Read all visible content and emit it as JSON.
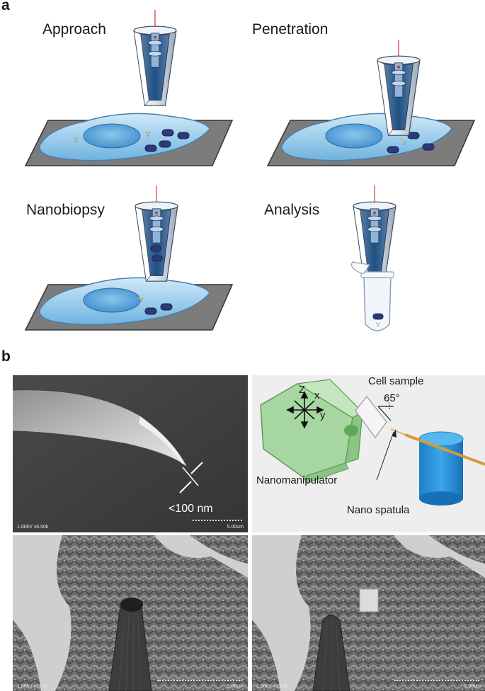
{
  "panel_a": {
    "letter": "a",
    "steps": {
      "approach": "Approach",
      "penetration": "Penetration",
      "nanobiopsy": "Nanobiopsy",
      "analysis": "Analysis"
    }
  },
  "panel_b": {
    "letter": "b",
    "sem_tip": {
      "scale_text": "<100 nm",
      "info": "1.00kV x6.50k",
      "scale": "5.00um"
    },
    "setup": {
      "cell_sample": "Cell sample",
      "angle": "65°",
      "axis_z": "Z",
      "axis_x": "x",
      "axis_y": "y",
      "nanomanipulator": "Nanomanipulator",
      "nano_spatula": "Nano spatula"
    },
    "sem_before": {
      "info": "1.00kV x10.0k",
      "scale": "5.00um"
    },
    "sem_after": {
      "info": "1.00kV x10.0k",
      "scale": "5.00um"
    }
  }
}
